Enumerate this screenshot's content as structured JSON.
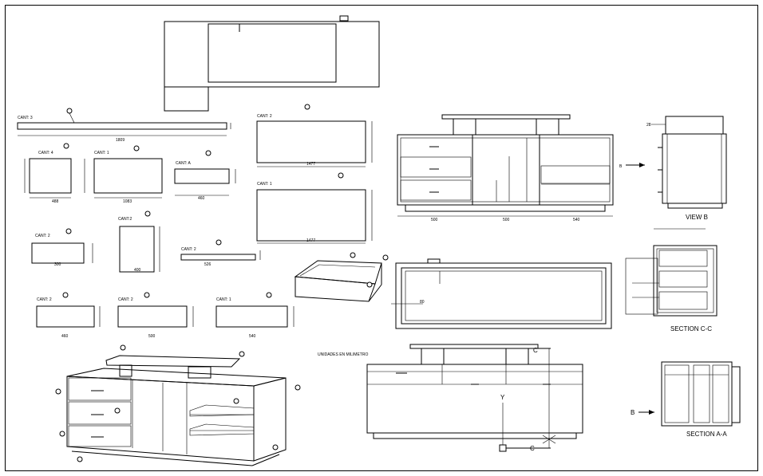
{
  "parts": {
    "cant3": "CANT: 3",
    "cant4": "CANT: 4",
    "cant1": "CANT: 1",
    "cant2": "CANT: 2",
    "cant2b": "CANT:2"
  },
  "dims": {
    "d1809": "1809",
    "d488": "488",
    "d1083": "1083",
    "d460": "460",
    "d1477": "1477",
    "d300": "300",
    "d500": "500",
    "d540": "540",
    "d460b": "460",
    "d400": "400"
  },
  "views": {
    "view_b": "VIEW B",
    "section_cc": "SECTION C-C",
    "section_aa": "SECTION A-A",
    "units": "UNIDADES EN MILIMETRO"
  },
  "markers": {
    "b": "B",
    "c": "C",
    "y": "Y"
  }
}
